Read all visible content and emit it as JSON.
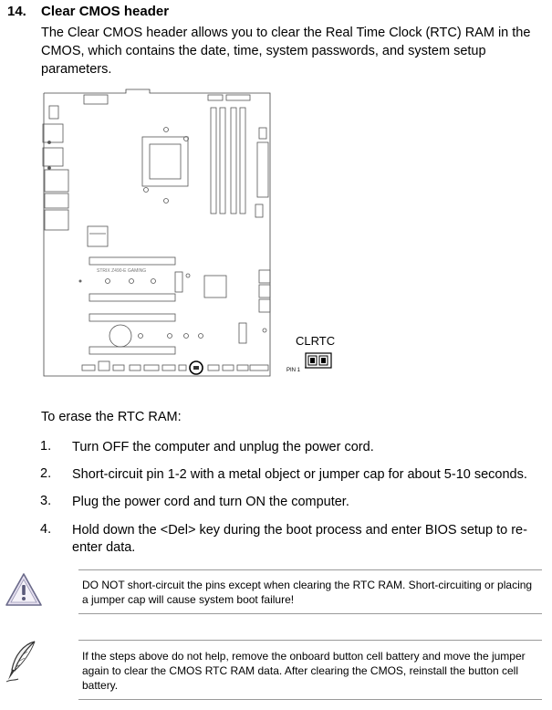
{
  "section": {
    "number": "14.",
    "title": "Clear CMOS header",
    "intro": "The Clear CMOS header allows you to clear the Real Time Clock (RTC) RAM in the CMOS, which contains the date, time, system passwords, and system setup parameters."
  },
  "diagram": {
    "board_label": "STRIX Z490-E GAMING",
    "header_label": "CLRTC",
    "pin_label": "PIN 1"
  },
  "instructions": {
    "lead": "To erase the RTC RAM:",
    "steps": [
      {
        "num": "1.",
        "text": "Turn OFF the computer and unplug the power cord."
      },
      {
        "num": "2.",
        "text": "Short-circuit pin 1-2 with a metal object or jumper cap for about 5-10 seconds."
      },
      {
        "num": "3.",
        "text": "Plug the power cord and turn ON the computer."
      },
      {
        "num": "4.",
        "text": "Hold down the <Del> key during the boot process and enter BIOS setup to re-enter data."
      }
    ]
  },
  "notes": {
    "warning": "DO NOT short-circuit the pins except when clearing the RTC RAM. Short-circuiting or placing a jumper cap will cause system boot failure!",
    "tip": "If the steps above do not help, remove the onboard button cell battery and move the jumper again to clear the CMOS RTC RAM data. After clearing the CMOS, reinstall the button cell battery."
  },
  "icons": {
    "warning": "warning-triangle-icon",
    "tip": "feather-pen-icon"
  }
}
